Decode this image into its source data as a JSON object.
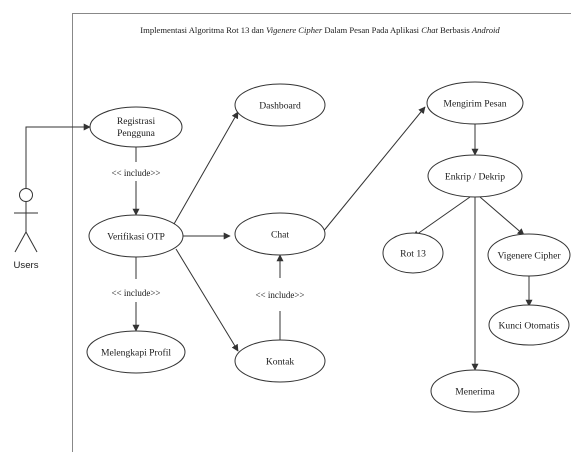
{
  "title": {
    "parts": [
      {
        "text": "Implementasi Algoritma Rot 13 dan ",
        "italic": false
      },
      {
        "text": "Vigenere Cipher",
        "italic": true
      },
      {
        "text": " Dalam Pesan Pada Aplikasi ",
        "italic": false
      },
      {
        "text": "Chat",
        "italic": true
      },
      {
        "text": " Berbasis ",
        "italic": false
      },
      {
        "text": "Android",
        "italic": true
      }
    ]
  },
  "actor": {
    "label": "Users"
  },
  "use_cases": {
    "registrasi": {
      "line1": "Registrasi",
      "line2": "Pengguna"
    },
    "verifikasi": {
      "label": "Verifikasi OTP"
    },
    "melengkapi": {
      "label": "Melengkapi Profil"
    },
    "dashboard": {
      "label": "Dashboard"
    },
    "chat": {
      "label": "Chat"
    },
    "kontak": {
      "label": "Kontak"
    },
    "mengirim": {
      "label": "Mengirim Pesan"
    },
    "enkrip": {
      "label": "Enkrip / Dekrip"
    },
    "rot13": {
      "label": "Rot 13"
    },
    "vigenere": {
      "label": "Vigenere Cipher"
    },
    "kunci": {
      "label": "Kunci Otomatis"
    },
    "menerima": {
      "label": "Menerima"
    }
  },
  "include_labels": {
    "reg_ver": "<< include>>",
    "ver_mel": "<< include>>",
    "kon_chat": "<< include>>"
  }
}
